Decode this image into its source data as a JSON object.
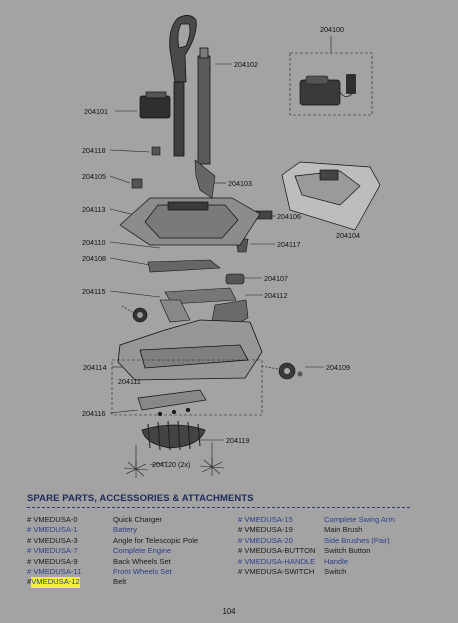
{
  "diagram": {
    "callouts": [
      "204100",
      "204102",
      "204101",
      "204118",
      "204105",
      "204103",
      "204113",
      "204106",
      "204104",
      "204110",
      "204117",
      "204108",
      "204107",
      "204115",
      "204112",
      "204114",
      "204109",
      "204111",
      "204116",
      "204119",
      "204120 (2x)"
    ]
  },
  "section": {
    "heading": "SPARE PARTS, ACCESSORIES & ATTACHMENTS"
  },
  "parts_left": [
    {
      "code": "# VMEDUSA-0",
      "desc": "Quick Charger"
    },
    {
      "code": "# VMEDUSA-1",
      "desc": "Battery"
    },
    {
      "code": "# VMEDUSA-3",
      "desc": "Angle for Telescopic Pole"
    },
    {
      "code": "# VMEDUSA-7",
      "desc": "Complete Engine"
    },
    {
      "code": "# VMEDUSA-9",
      "desc": "Back Wheels Set"
    },
    {
      "code": "# VMEDUSA-11",
      "desc": "Front Wheels Set"
    },
    {
      "code_prefix": "# ",
      "code_highlight": "VMEDUSA-12",
      "desc": "Belt"
    }
  ],
  "parts_right": [
    {
      "code": "# VMEDUSA-15",
      "desc": "Complete Swing Arm"
    },
    {
      "code": "# VMEDUSA-19",
      "desc": "Main Brush"
    },
    {
      "code": "# VMEDUSA-20",
      "desc": "Side Brushes (Pair)"
    },
    {
      "code": "# VMEDUSA-BUTTON",
      "desc": "Switch Button"
    },
    {
      "code": "# VMEDUSA-HANDLE",
      "desc": "Handle"
    },
    {
      "code": "# VMEDUSA-SWITCH",
      "desc": "Switch"
    }
  ],
  "footer": {
    "page_number": "104"
  },
  "colors": {
    "background": "#a3a3a3",
    "heading": "#1d2a5c",
    "link_blue": "#2b3f8a",
    "highlight": "#f4f03a"
  }
}
